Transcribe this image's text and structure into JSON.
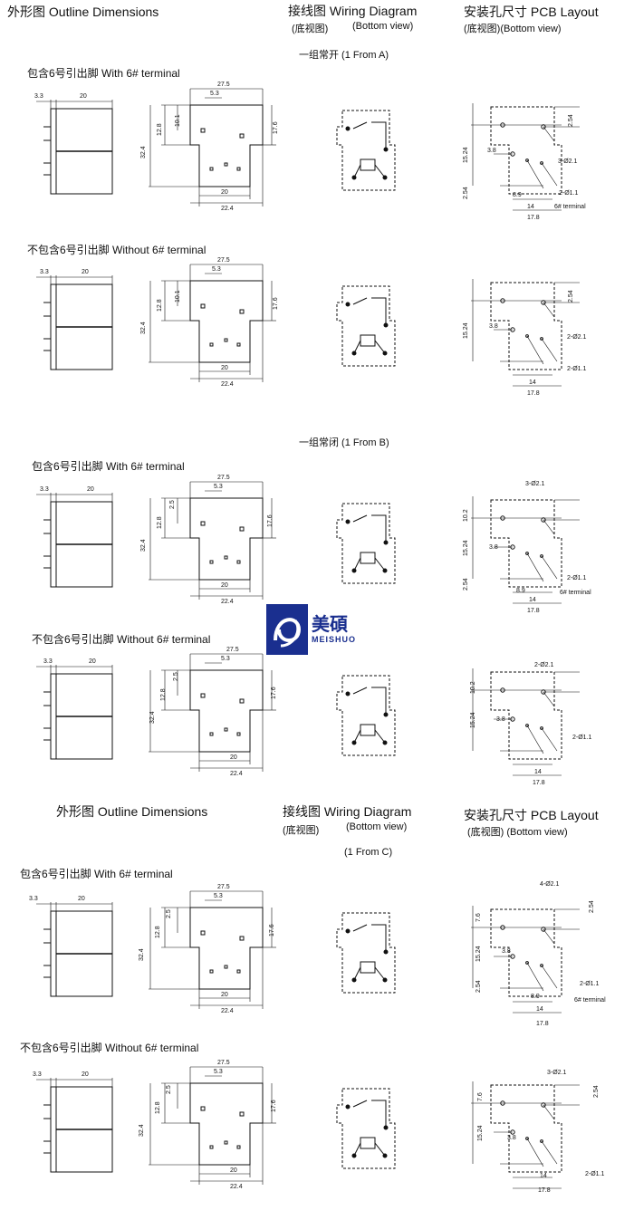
{
  "header_top": {
    "outline": "外形图 Outline  Dimensions",
    "wiring": "接线图 Wiring Diagram",
    "wiring_sub_cn": "(底视图)",
    "wiring_sub_en": "(Bottom view)",
    "pcb": "安装孔尺寸  PCB Layout",
    "pcb_sub": "(底视图)(Bottom view)"
  },
  "header_mid": {
    "outline": "外形图  Outline  Dimensions",
    "wiring": "接线图  Wiring Diagram",
    "wiring_sub_cn": "(底视图)",
    "wiring_sub_en": "(Bottom view)",
    "pcb": "安装孔尺寸  PCB Layout",
    "pcb_sub": "(底视图) (Bottom view)"
  },
  "groups": [
    {
      "label": "一组常开  (1 From A)"
    },
    {
      "label": "一组常闭  (1 From B)"
    },
    {
      "label": "(1 From C)"
    }
  ],
  "row_labels": [
    "包含6号引出脚    With 6# terminal",
    "不包含6号引出脚  Without 6# terminal",
    "包含6号引出脚    With 6# terminal",
    "不包含6号引出脚  Without 6# terminal",
    "包含6号引出脚  With 6# terminal",
    "不包含6号引出脚    Without 6# terminal"
  ],
  "dims": {
    "side_thk": "3.3",
    "side_w": "20",
    "top_w": "27.5",
    "off_53": "5.3",
    "h_101": "10.1",
    "h_128": "12.8",
    "h_324": "32.4",
    "h_176": "17.6",
    "b_20": "20",
    "b_224": "22.4",
    "off_25": "2.5"
  },
  "pcb": {
    "p254": "2.54",
    "p1524": "15.24",
    "p38": "3.8",
    "p89": "8.9",
    "p14": "14",
    "p178": "17.8",
    "p102": "10.2",
    "p76": "7.6",
    "hole3": "3-Ø2.1",
    "hole2": "2-Ø2.1",
    "hole4": "4-Ø2.1",
    "small": "2-Ø1.1",
    "t6": "6# terminal"
  },
  "logo": {
    "cn": "美碩",
    "en": "MEISHUO",
    "brand_color": "#1a2f8f"
  }
}
